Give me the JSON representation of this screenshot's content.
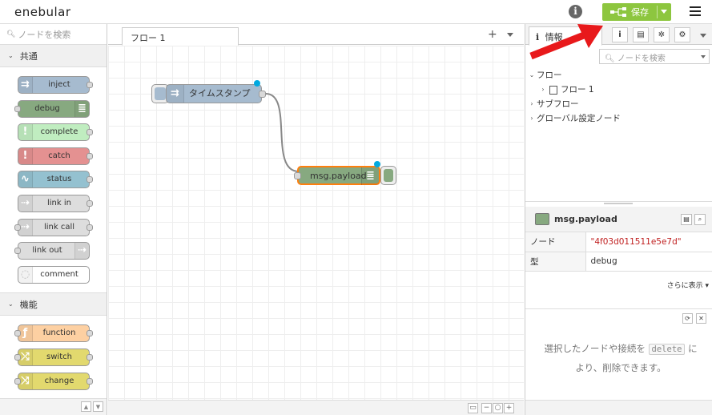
{
  "header": {
    "logo": "enebular",
    "deploy_label": "保存",
    "info_glyph": "i",
    "icons": {
      "info": "info-icon",
      "deploy": "deploy-icon",
      "menu": "hamburger-menu-icon"
    }
  },
  "palette": {
    "search_placeholder": "ノードを検索",
    "categories": [
      {
        "label": "共通",
        "nodes": [
          {
            "label": "inject",
            "color": "#a6bbcf",
            "icon": "arrow-icon",
            "icon_side": "left",
            "input": false,
            "output": true
          },
          {
            "label": "debug",
            "color": "#87a980",
            "icon": "list-icon",
            "icon_side": "right",
            "input": true,
            "output": false
          },
          {
            "label": "complete",
            "color": "#c0edc0",
            "icon": "exclamation-icon",
            "icon_side": "left",
            "input": false,
            "output": true
          },
          {
            "label": "catch",
            "color": "#e49191",
            "icon": "exclamation-icon",
            "icon_side": "left",
            "input": false,
            "output": true
          },
          {
            "label": "status",
            "color": "#94c1d0",
            "icon": "pulse-icon",
            "icon_side": "left",
            "input": false,
            "output": true
          },
          {
            "label": "link in",
            "color": "#dddddd",
            "icon": "link-icon",
            "icon_side": "left",
            "input": false,
            "output": true
          },
          {
            "label": "link call",
            "color": "#dddddd",
            "icon": "link-icon",
            "icon_side": "left",
            "input": true,
            "output": true
          },
          {
            "label": "link out",
            "color": "#dddddd",
            "icon": "link-icon",
            "icon_side": "right",
            "input": true,
            "output": false
          },
          {
            "label": "comment",
            "color": "#ffffff",
            "icon": "comment-icon",
            "icon_side": "left",
            "input": false,
            "output": false
          }
        ]
      },
      {
        "label": "機能",
        "nodes": [
          {
            "label": "function",
            "color": "#fdd0a2",
            "icon": "function-icon",
            "icon_side": "left",
            "input": true,
            "output": true
          },
          {
            "label": "switch",
            "color": "#e2d96e",
            "icon": "switch-icon",
            "icon_side": "left",
            "input": true,
            "output": true
          },
          {
            "label": "change",
            "color": "#e2d96e",
            "icon": "shuffle-icon",
            "icon_side": "left",
            "input": true,
            "output": true
          }
        ]
      }
    ]
  },
  "workspace": {
    "tab_label": "フロー 1",
    "nodes": {
      "timestamp": {
        "label": "タイムスタンプ",
        "color": "#a6bbcf"
      },
      "payload": {
        "label": "msg.payload",
        "color": "#87a980"
      }
    }
  },
  "sidebar": {
    "tab_label": "情報",
    "search_placeholder": "ノードを検索",
    "tree": {
      "flows": "フロー",
      "flow1": "フロー 1",
      "subflows": "サブフロー",
      "global": "グローバル設定ノード"
    },
    "node_info": {
      "title": "msg.payload",
      "rows": [
        {
          "key": "ノード",
          "value": "\"4f03d011511e5e7d\""
        },
        {
          "key": "型",
          "value": "debug"
        }
      ],
      "more": "さらに表示"
    },
    "help": {
      "text_before": "選択したノードや接続を",
      "code": "delete",
      "text_after": "に",
      "text_line2": "より、削除できます。"
    }
  },
  "colors": {
    "deploy_green": "#8dc63f",
    "annotation_arrow": "#e8191b",
    "changed_dot": "#00a9e0",
    "selected_border": "#ff7f0e"
  }
}
